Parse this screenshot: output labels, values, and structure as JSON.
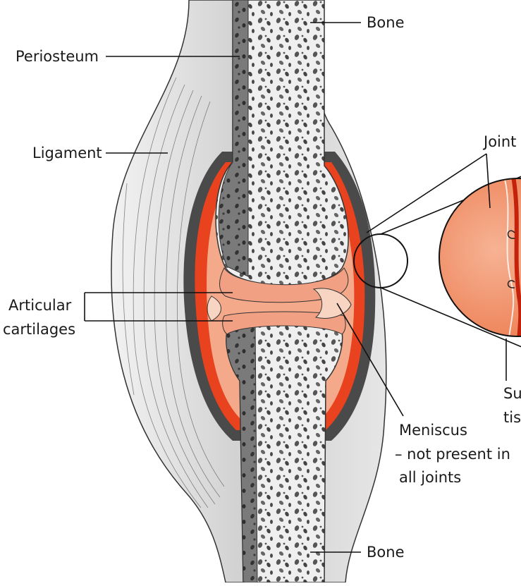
{
  "labels": {
    "bone_top": "Bone",
    "periosteum": "Periosteum",
    "ligament": "Ligament",
    "joint": "Joint",
    "articular_line1": "Articular",
    "articular_line2": "cartilages",
    "meniscus_line1": "Meniscus",
    "meniscus_line2": "– not present in",
    "meniscus_line3": "all joints",
    "synovial_line1": "Su",
    "synovial_line2": "tis",
    "bone_bottom": "Bone"
  },
  "colors": {
    "cartilage": "#f4a98a",
    "capsule_red": "#e8421e",
    "ligament": "#d9d9d9",
    "bone_light": "#ededed",
    "bone_dark": "#6f6f6f",
    "capsule_dark": "#4a4a4a"
  }
}
